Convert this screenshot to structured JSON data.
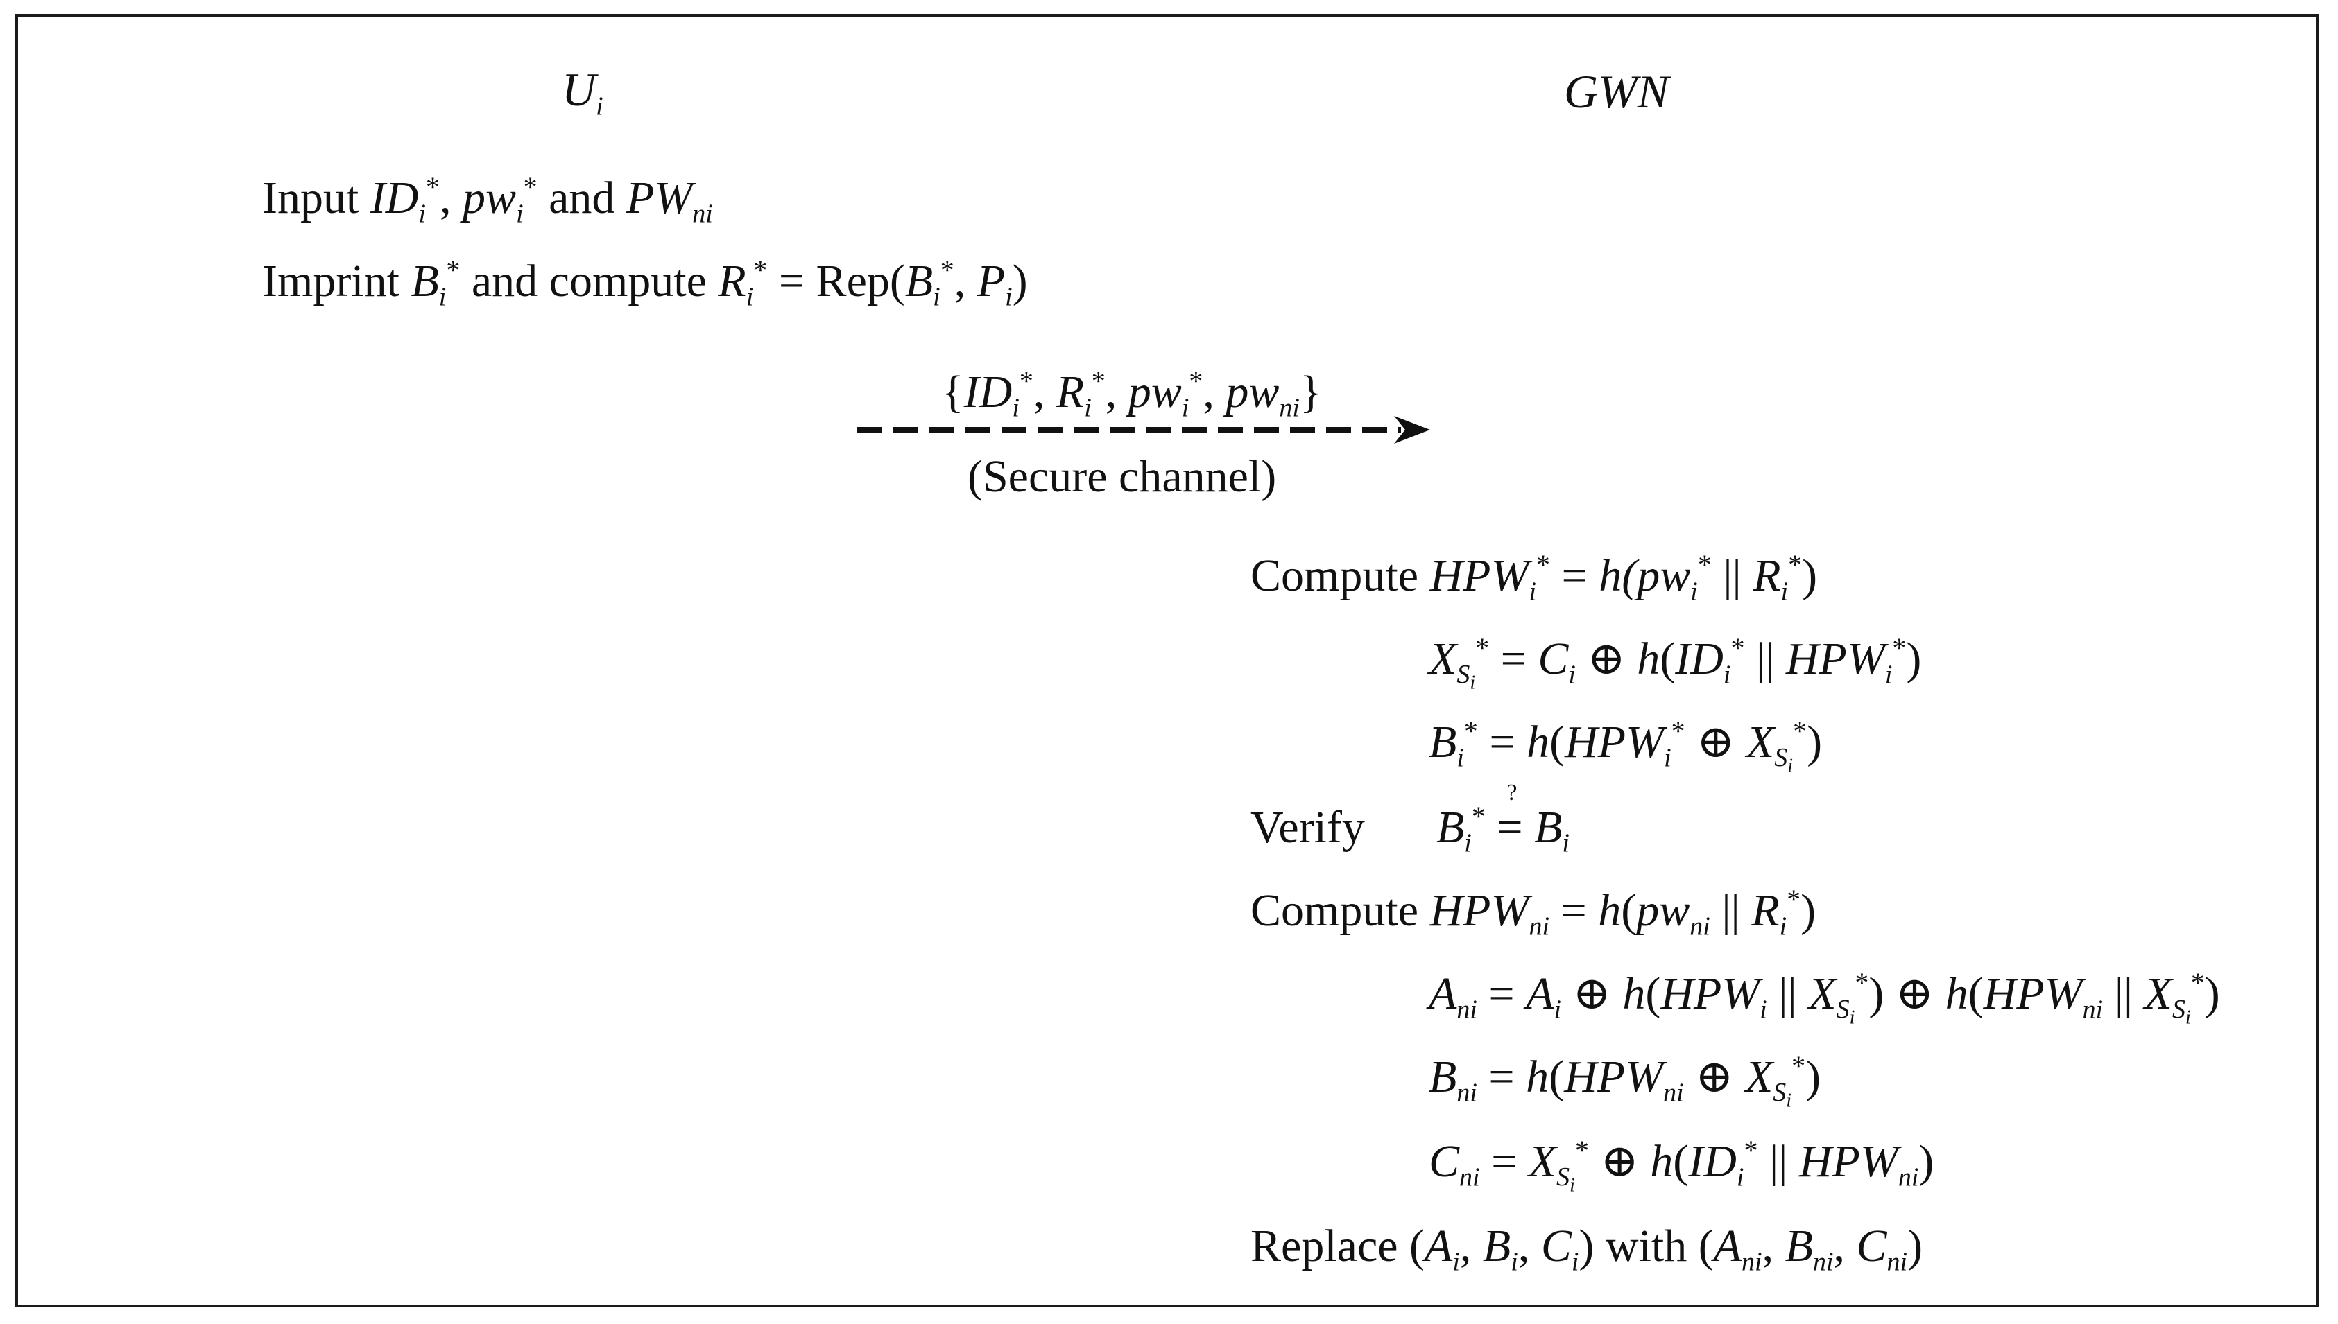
{
  "headers": {
    "left": "U",
    "left_sub": "i",
    "right": "GWN"
  },
  "user_steps": {
    "step1": {
      "word1": "Input",
      "id": "ID",
      "pw": "pw",
      "and": "and",
      "PW": "PW",
      "sub_ni": "ni"
    },
    "step2": {
      "word1": "Imprint",
      "B": "B",
      "and_compute": "and compute",
      "R": "R",
      "eq": "=",
      "rep": "Rep(",
      "P": "P"
    }
  },
  "message": {
    "payload_open": "{",
    "ID": "ID",
    "R": "R",
    "pw": "pw",
    "pw_ni": "pw",
    "payload_close": "}",
    "channel": "(Secure channel)"
  },
  "gwn_steps": {
    "compute1_word": "Compute",
    "hpw_star": "HPW",
    "h": "h(",
    "pw": "pw",
    "concat": "||",
    "R": "R",
    "X": "X",
    "S": "S",
    "C": "C",
    "oplus": "⊕",
    "ID": "ID",
    "B": "B",
    "verify_word": "Verify",
    "qeq": "?",
    "compute2_word": "Compute",
    "HPW": "HPW",
    "ni": "ni",
    "A": "A",
    "replace_word": "Replace",
    "with_word": "with"
  }
}
